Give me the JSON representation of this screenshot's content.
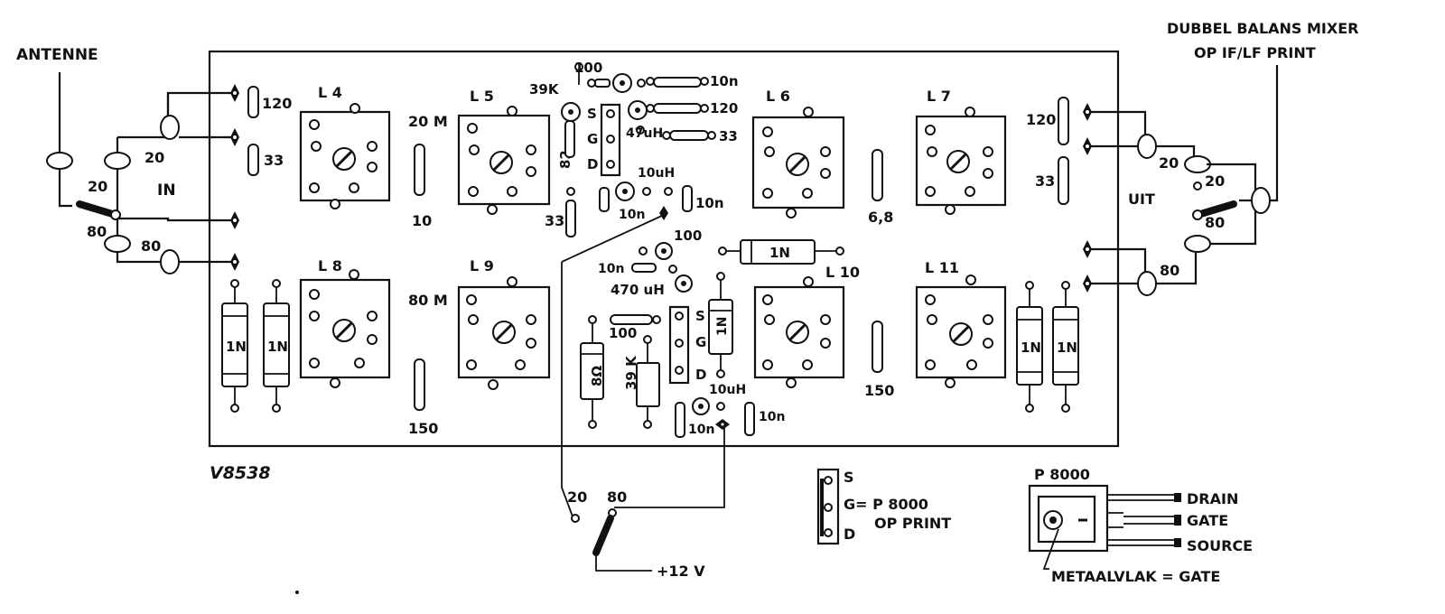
{
  "diagram": {
    "board_label": "V8538",
    "antenna_label": "ANTENNE",
    "output_title_line1": "DUBBEL BALANS MIXER",
    "output_title_line2": "OP IF/LF PRINT",
    "in_label": "IN",
    "out_label": "UIT",
    "supply_label": "+12 V",
    "band_20": "20",
    "band_80": "80",
    "coils": {
      "l4": "L 4",
      "l5": "L 5",
      "l6": "L 6",
      "l7": "L 7",
      "l8": "L 8",
      "l9": "L 9",
      "l10": "L 10",
      "l11": "L 11"
    },
    "band_20m": "20 M",
    "band_80m": "80 M",
    "values": {
      "v120": "120",
      "v33": "33",
      "v10": "10",
      "v150": "150",
      "v68": "6,8",
      "v39k": "39K",
      "v39k_b": "39 K",
      "v100": "100",
      "v10n": "10n",
      "v47uh": "47uH",
      "v10uh": "10uH",
      "v10uh_b": "10uH",
      "v470uh": "470 uH",
      "v82": "82",
      "diode": "1N"
    },
    "fet_pins": {
      "s": "S",
      "g": "G",
      "d": "D"
    },
    "fet_legend": {
      "s": "S",
      "g": "G= P 8000",
      "print": "OP PRINT",
      "d": "D"
    },
    "transistor": {
      "name": "P 8000",
      "drain": "DRAIN",
      "gate": "GATE",
      "source": "SOURCE",
      "tab_note": "METAALVLAK = GATE"
    }
  }
}
